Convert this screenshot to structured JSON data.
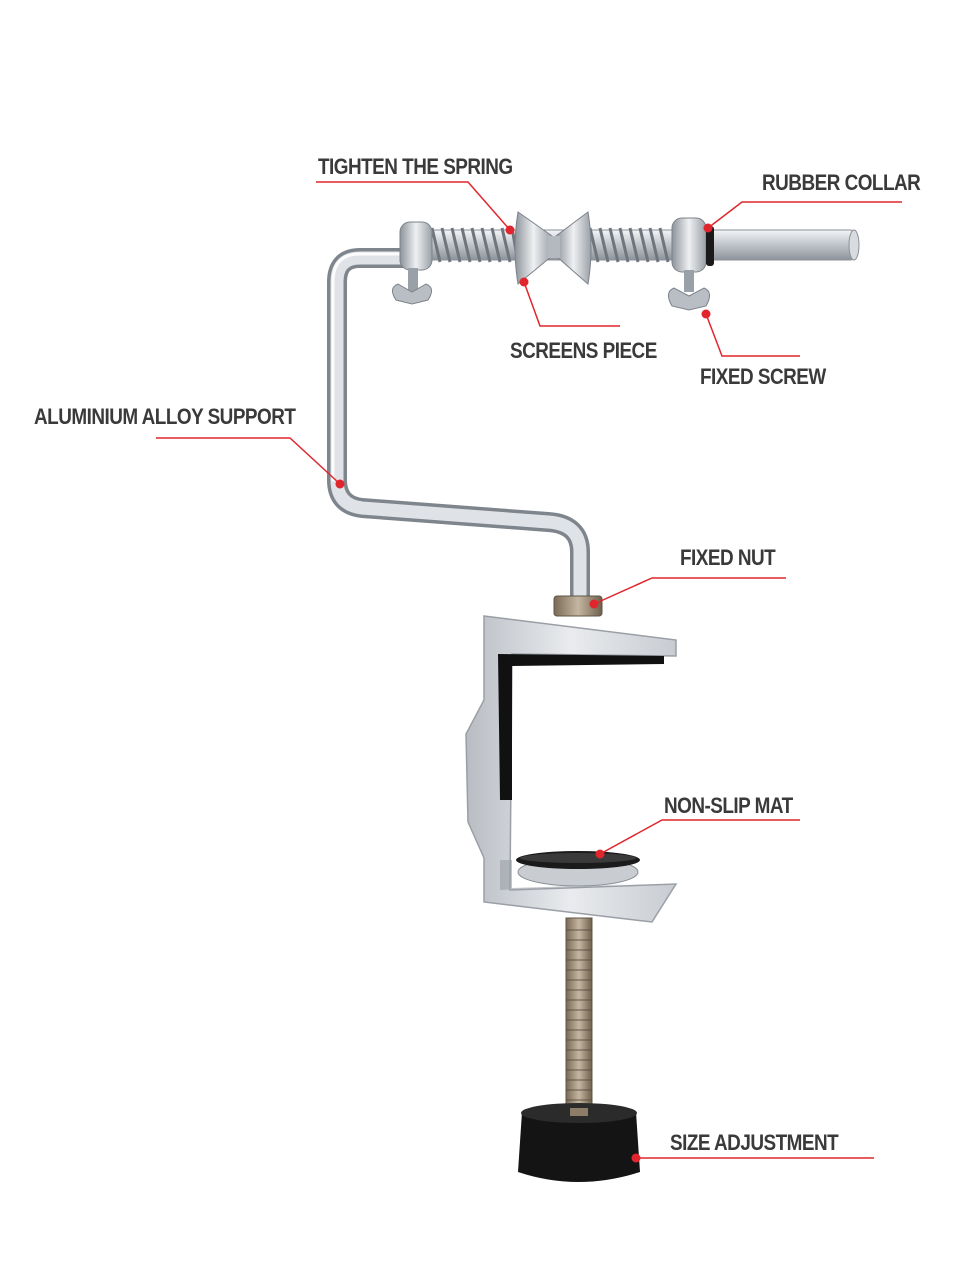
{
  "labels": {
    "tighten_spring": "TIGHTEN THE SPRING",
    "rubber_collar": "RUBBER COLLAR",
    "screens_piece": "SCREENS PIECE",
    "fixed_screw": "FIXED SCREW",
    "aluminium_support": "ALUMINIUM ALLOY SUPPORT",
    "fixed_nut": "FIXED NUT",
    "non_slip_mat": "NON-SLIP MAT",
    "size_adjustment": "SIZE ADJUSTMENT"
  },
  "colors": {
    "leader_line": "#e0262c",
    "marker_dot": "#e0262c",
    "label_text": "#3a3a3a",
    "metal": "#c9ccd1",
    "rubber": "#111111"
  }
}
